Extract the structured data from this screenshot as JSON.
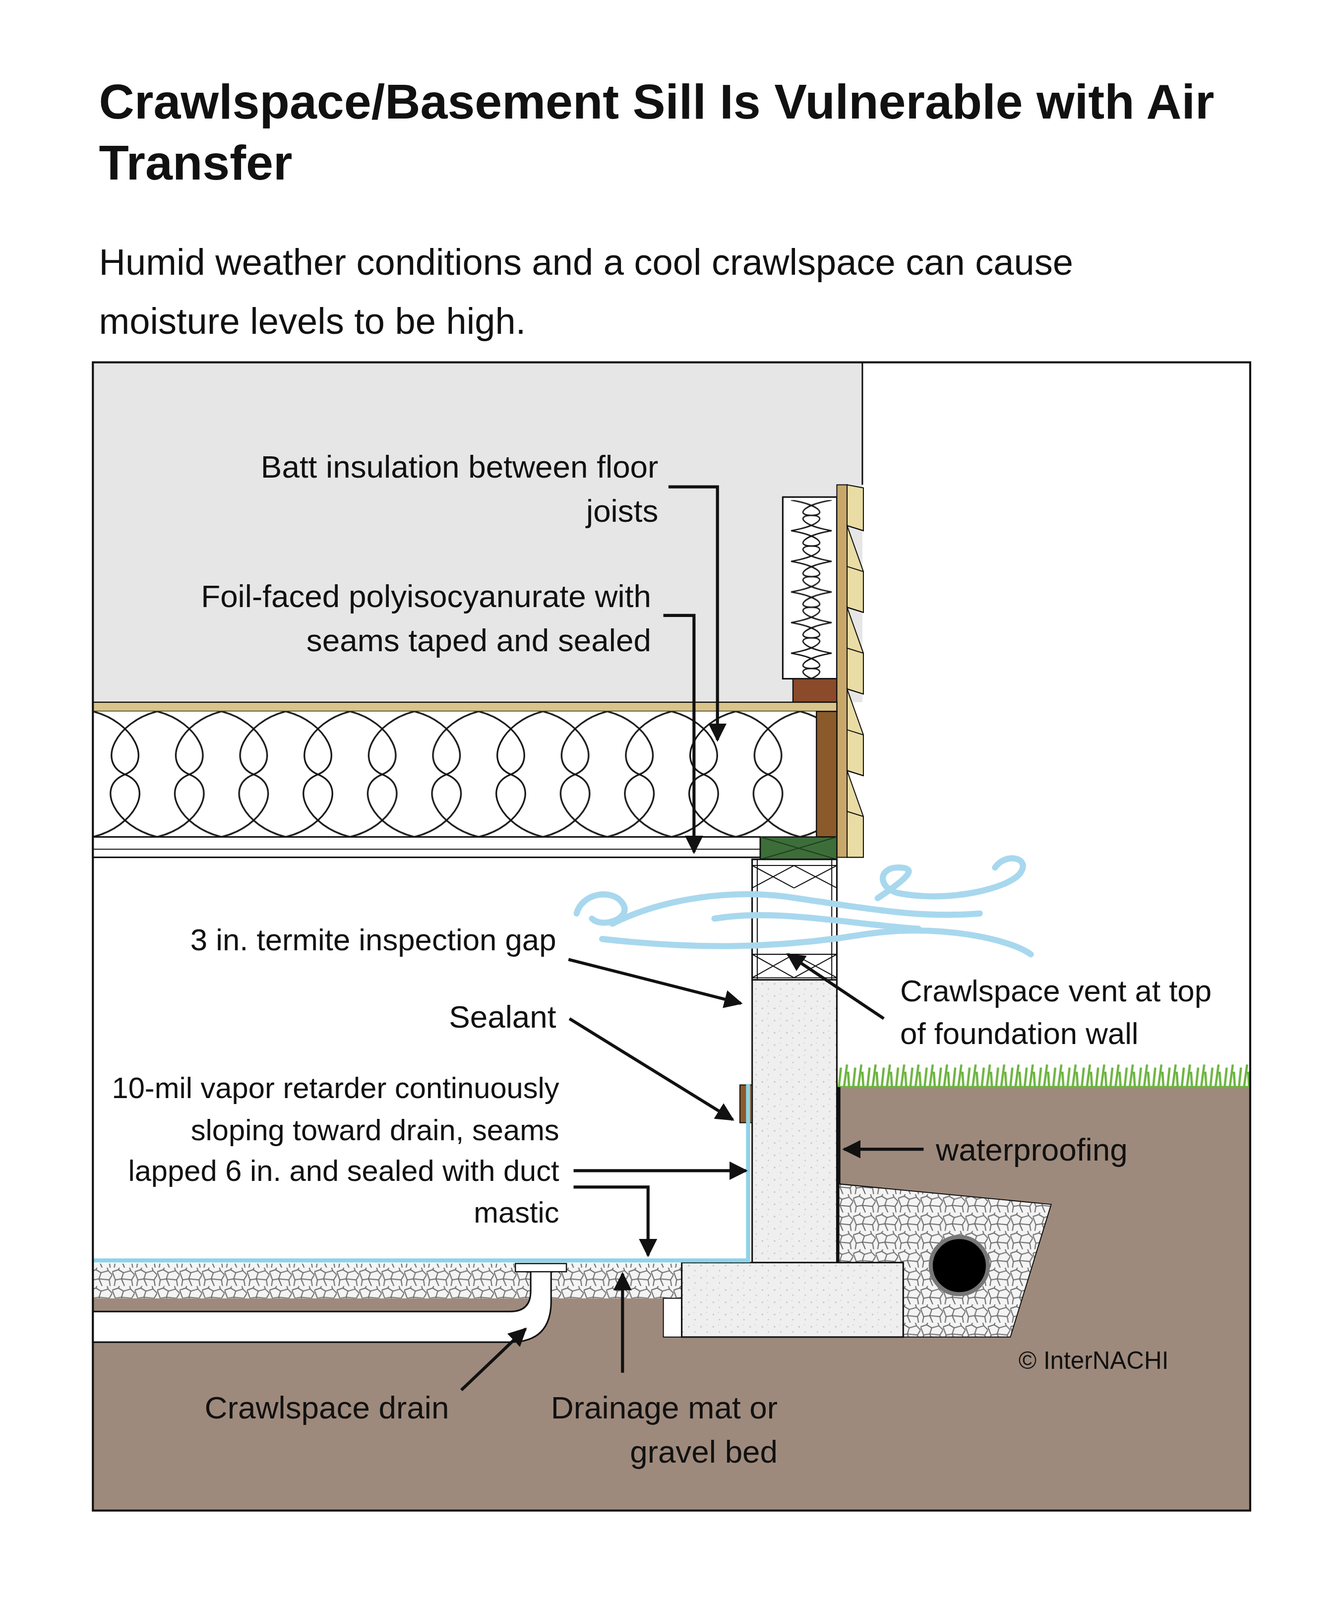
{
  "diagram": {
    "title": "Crawlspace/Basement Sill Is Vulnerable with Air Transfer",
    "caption": "Humid weather conditions and a cool crawlspace can cause moisture levels to be high.",
    "labels": [
      "Batt insulation between floor joists",
      "Foil-faced polyisocyanurate with seams taped and sealed",
      "3 in. termite inspection gap",
      "Sealant",
      "10-mil vapor retarder continuously sloping toward drain, seams lapped 6 in. and sealed with duct mastic",
      "Crawlspace vent at top of foundation wall",
      "waterproofing",
      "Crawlspace drain",
      "Drainage mat or gravel bed",
      "© InterNACHI"
    ]
  }
}
